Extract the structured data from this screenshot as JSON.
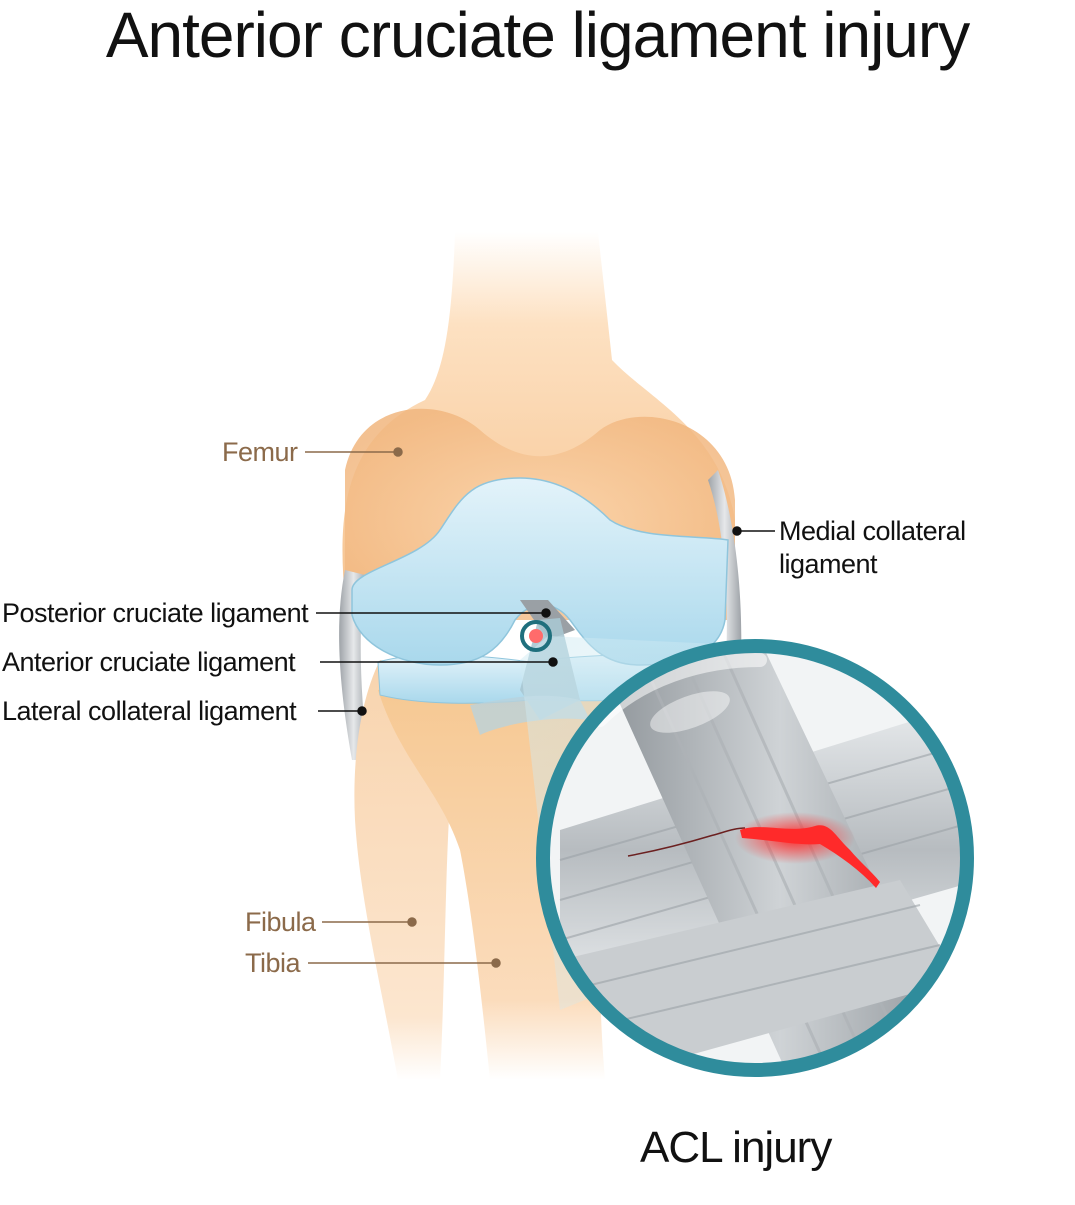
{
  "title": "Anterior cruciate ligament injury",
  "labels": {
    "femur": "Femur",
    "medial_line1": "Medial collateral",
    "medial_line2": "ligament",
    "posterior": "Posterior cruciate ligament",
    "anterior": "Anterior cruciate ligament",
    "lateral": "Lateral collateral ligament",
    "fibula": "Fibula",
    "tibia": "Tibia"
  },
  "caption": "ACL injury",
  "colors": {
    "bone": "#f4c08e",
    "bone_light": "#fde2c4",
    "cartilage": "#bfe3f2",
    "ligament": "#b8bcc0",
    "lens_ring": "#2f8c9c",
    "injury": "#ff2a2a",
    "bone_label": "#8b6a4a"
  }
}
